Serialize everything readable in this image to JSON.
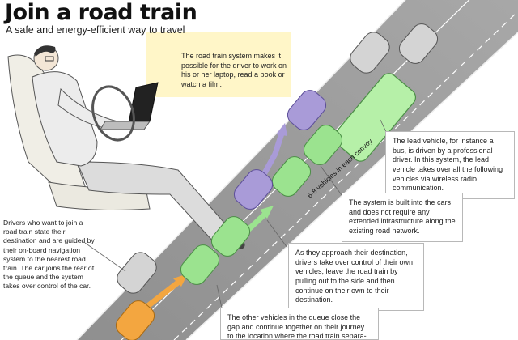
{
  "header": {
    "title": "Join a road train",
    "subtitle": "A safe and energy-efficient way to travel"
  },
  "road": {
    "convoy_label": "6-8 vehicles in each convoy"
  },
  "callouts": {
    "driver_activity": "The road train system makes it possible for the driver to work on his or her laptop, read a book or watch a film.",
    "lead_vehicle": "The lead vehicle, for instance a bus, is driven by a professional driver. In this system, the lead vehicle takes over all the following vehicles via wireless radio communication.",
    "built_in": "The system is built into the cars and does not require any extended infrastructure along the existing road network.",
    "leaving": "As they approach their destination, drivers take over control of their own vehicles, leave the road train by pulling out to the side and then continue on their own to their destination.",
    "joining": "Drivers who want to join a road train state their destination and are guided by their on-board navigation system to the nearest road train. The car joins the rear of the queue and the system takes over control of the car.",
    "closing_gap": "The other vehicles in the queue close the gap and continue together on their journey to the location where the road train separa-"
  },
  "colors": {
    "road": "#9a9a9a",
    "convoy_green": "#9be38f",
    "leaving_purple": "#a99bd8",
    "joining_orange": "#f3a640",
    "parked_grey": "#c9c9c9",
    "callout_shade": "#fff6c8"
  }
}
